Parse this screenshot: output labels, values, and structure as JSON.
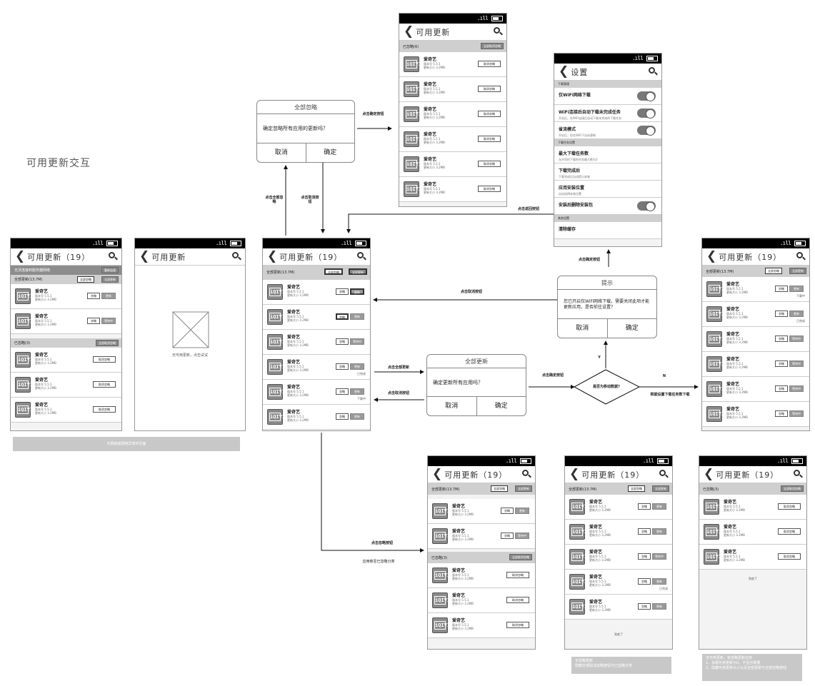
{
  "page_title": "可用更新交互",
  "colors": {
    "status_bar": "#000000",
    "section_bar": "#cfcfcf",
    "update_button": "#999999"
  },
  "status": {
    "signal": ".ıll"
  },
  "common": {
    "back_icon": "chevron-left-icon",
    "search_icon": "magnifier-icon",
    "app_logo_text": "iQIYI",
    "app_name": "爱奇艺",
    "meta_line1": "版本号 5.5.1",
    "meta_line2": "更新大小 3.2MB",
    "ignore_label": "忽略",
    "update_label": "更新",
    "cancel_ignore_label": "取消忽略",
    "waiting_label": "等待中",
    "downloading_label": "下载中",
    "done_label": "已完成"
  },
  "phones": {
    "p1": {
      "title": "可用更新（19）",
      "banner": "无法连接到服务器网络",
      "banner_btn": "重新连接",
      "section_updates": "全部更新(13.7M)",
      "btn_ignore_all": "全部忽略",
      "btn_update_all": "全部更新",
      "section_ignored": "已忽略(3)",
      "btn_cancel_all": "全部取消忽略"
    },
    "p2": {
      "title": "可用更新",
      "empty_text": "无可用更新，点击试试"
    },
    "p3": {
      "title": "可用更新（19）",
      "section_updates": "全部更新(13.7M)",
      "btn_ignore_all": "全部忽略",
      "btn_update_all": "全部更新"
    },
    "p4": {
      "title": "可用更新",
      "section_ignored": "已忽略(6)",
      "btn_cancel_all": "全部取消忽略"
    },
    "p5": {
      "title": "设置",
      "sec1": "下载管理",
      "s1": "仅WiFi网络下载",
      "s2": "WiFi连接后自动下载未完成任务",
      "s2_sub": "开启后，在WiFi连接后自动下载未完成的下载任务",
      "s3": "省流模式",
      "s3_sub": "开启后，仅在WiFi下自动更新",
      "sec2": "下载任务设置",
      "s4": "最大下载任务数",
      "s4_sub": "允许同时下载的任务最大数为3",
      "s5": "下载完成后",
      "s5_sub": "下载完成后自动提示安装",
      "s6": "应用安装位置",
      "s6_sub": "自动选择安装位置",
      "s7": "安装后删除安装包",
      "sec3": "其他设置",
      "s8": "清除缓存"
    },
    "p6": {
      "title": "可用更新（19）",
      "section_updates": "全部更新(13.7M)",
      "btn_ignore_all": "全部忽略",
      "btn_update_all": "全部更新"
    },
    "p7": {
      "title": "可用更新（19）",
      "section_updates": "全部更新(13.7M)",
      "btn_ignore_all": "全部忽略",
      "btn_update_all": "全部更新",
      "section_ignored": "已忽略(3)",
      "btn_cancel_all": "全部取消忽略"
    },
    "p8": {
      "title": "可用更新（19）",
      "section_updates": "全部更新(13.7M)",
      "btn_ignore_all": "全部忽略",
      "btn_update_all": "全部更新",
      "footer": "到底了"
    },
    "p9": {
      "title": "可用更新（19）",
      "section_ignored": "已忽略(3)",
      "btn_cancel_all": "全部取消忽略",
      "footer": "到底了"
    }
  },
  "dialogs": {
    "ignore_all": {
      "title": "全部忽略",
      "body": "确定忽略所有应用的更新吗？",
      "cancel": "取消",
      "ok": "确定"
    },
    "update_all": {
      "title": "全部更新",
      "body": "确定更新所有应用吗？",
      "cancel": "取消",
      "ok": "确定"
    },
    "tip": {
      "title": "提示",
      "body": "您已开启仅WiFi网络下载，需要关闭此项才能更新应用，是否前往设置？",
      "cancel": "取消",
      "ok": "确定"
    }
  },
  "decision": {
    "text": "是否为移动数据?",
    "yes": "Y",
    "no": "N"
  },
  "labels": {
    "click_ok_1": "点击确定按钮",
    "click_ignore_all": "点击全部忽略",
    "click_cancel_ignore": "点击取消按钮",
    "click_back": "点击返回按钮",
    "click_ok_settings": "点击确定按钮",
    "click_cancel_tip": "点击取消按钮",
    "click_update_all": "点击全部更新",
    "click_cancel_update": "点击取消按钮",
    "click_ok_update": "点击确定按钮",
    "click_ignore": "点击忽略按钮",
    "move_to_ignored": "应用移至已忽略分类",
    "add_to_queue": "根据设置下载任务数下载"
  },
  "notes": {
    "n1": "无网络或网络异常时页面",
    "n2": "无忽略更新\n隐藏全部取消忽略按钮与已忽略分类",
    "n3": "无可用更新，有忽略更新应用\n1、标题可用更新为0，不显示数量\n2、隐藏可用更新大小以及全部更新与全部忽略按钮"
  }
}
